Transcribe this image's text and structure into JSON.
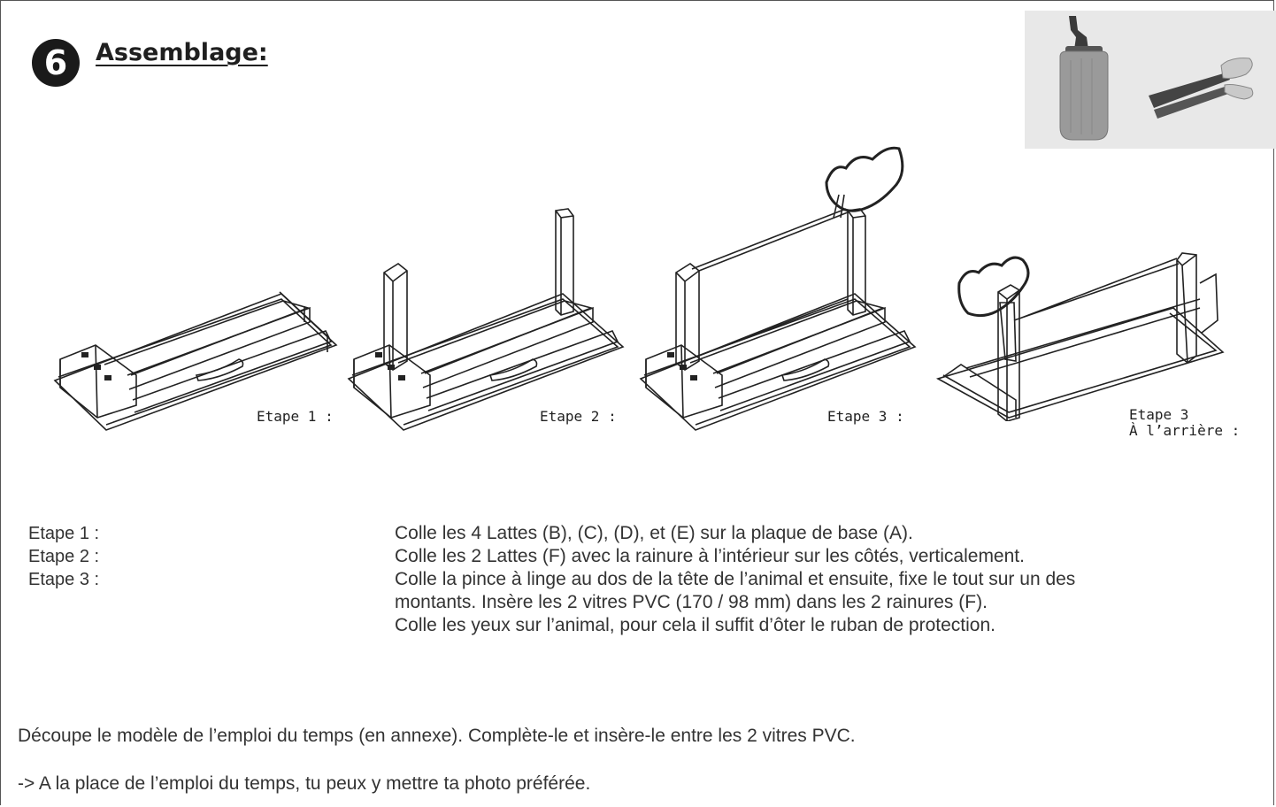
{
  "header": {
    "step_number": "6",
    "title": "Assemblage:"
  },
  "tools": {
    "items": [
      "glue-bottle-icon",
      "clothespin-icon"
    ]
  },
  "illustrations": [
    {
      "caption": "Etape 1 :"
    },
    {
      "caption": "Etape 2 :"
    },
    {
      "caption": "Etape 3 :"
    },
    {
      "caption_line1": "Etape 3",
      "caption_line2": "À l’arrière :"
    }
  ],
  "instructions": {
    "step1": {
      "label": "Etape 1 :",
      "text": "Colle les 4 Lattes (B), (C), (D), et (E) sur la plaque de base (A)."
    },
    "step2": {
      "label": "Etape 2 :",
      "text": "Colle les 2 Lattes (F) avec la rainure à l’intérieur sur les côtés, verticalement."
    },
    "step3": {
      "label": "Etape 3 :",
      "line1": "Colle la pince à linge au dos de la tête de l’animal et ensuite, fixe le tout sur un des",
      "line2": "montants. Insère les 2 vitres PVC (170 / 98 mm) dans les 2 rainures (F).",
      "line3": "Colle les yeux sur l’animal, pour cela il suffit d’ôter le ruban de protection."
    }
  },
  "notes": {
    "line1": "Découpe le modèle de l’emploi du temps (en annexe). Complète-le et insère-le entre les 2 vitres PVC.",
    "line2": "-> A la place de l’emploi du temps, tu peux y mettre ta photo préférée."
  }
}
